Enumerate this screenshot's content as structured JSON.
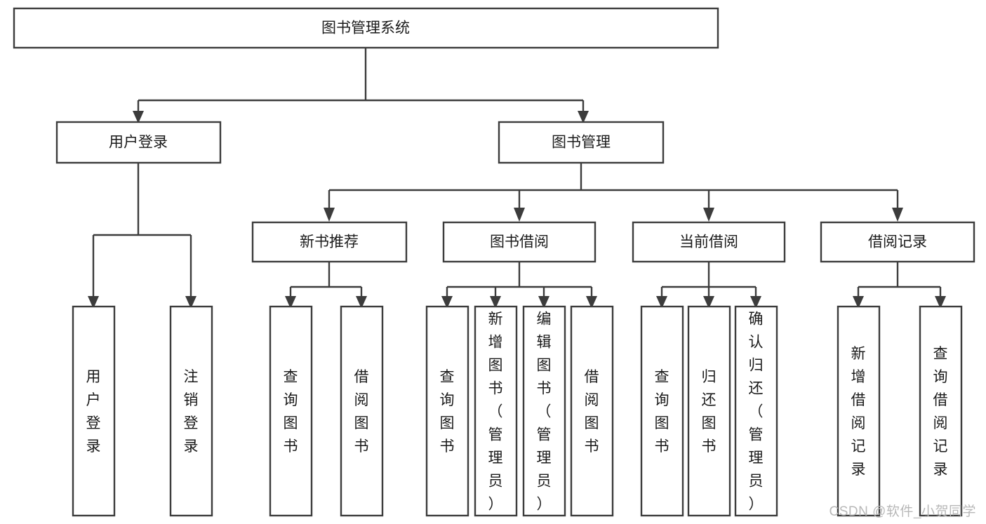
{
  "diagram": {
    "title": "图书管理系统",
    "type": "tree",
    "watermark": "CSDN @软件_小贺同学",
    "colors": {
      "stroke": "#3c3c3c",
      "box_fill": "#ffffff",
      "text": "#1a1a1a",
      "background": "#ffffff",
      "watermark": "#b8b8b8"
    },
    "nodes": {
      "root": {
        "label": "图书管理系统"
      },
      "level2": [
        {
          "label": "用户登录"
        },
        {
          "label": "图书管理"
        }
      ],
      "level3": [
        {
          "label": "新书推荐"
        },
        {
          "label": "图书借阅"
        },
        {
          "label": "当前借阅"
        },
        {
          "label": "借阅记录"
        }
      ],
      "leaves_user_login": [
        {
          "label": "用户登录"
        },
        {
          "label": "注销登录"
        }
      ],
      "leaves_new_book": [
        {
          "label": "查询图书"
        },
        {
          "label": "借阅图书"
        }
      ],
      "leaves_borrow": [
        {
          "label": "查询图书"
        },
        {
          "label": "新增图书（管理员）"
        },
        {
          "label": "编辑图书（管理员）"
        },
        {
          "label": "借阅图书"
        }
      ],
      "leaves_current": [
        {
          "label": "查询图书"
        },
        {
          "label": "归还图书"
        },
        {
          "label": "确认归还（管理员）"
        }
      ],
      "leaves_record": [
        {
          "label": "新增借阅记录"
        },
        {
          "label": "查询借阅记录"
        }
      ]
    }
  }
}
